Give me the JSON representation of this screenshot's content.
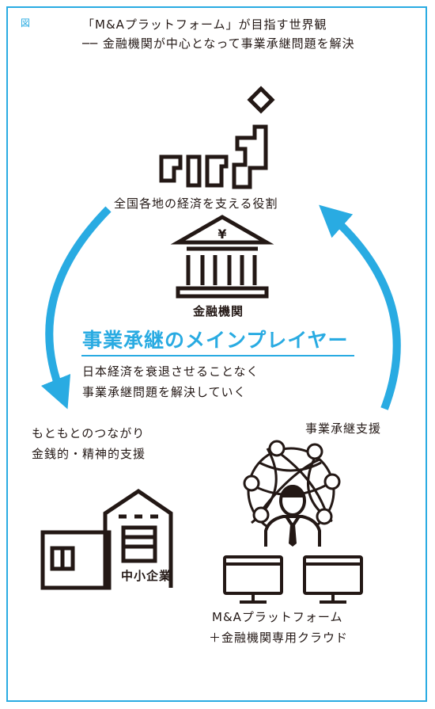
{
  "figure": {
    "mark": "図",
    "title_line1": "「M&Aプラットフォーム」が目指す世界観",
    "title_line2": "── 金融機関が中心となって事業承継問題を解決"
  },
  "japan_label": "全国各地の経済を支える役割",
  "bank": {
    "yen_symbol": "¥",
    "label": "金融機関",
    "role": "事業承継のメインプレイヤー",
    "desc_line1": "日本経済を衰退させることなく",
    "desc_line2": "事業承継問題を解決していく"
  },
  "left_label_line1": "もともとのつながり",
  "left_label_line2": "金銭的・精神的支援",
  "right_label": "事業承継支援",
  "sme_label": "中小企業",
  "platform": {
    "line1": "M&Aプラットフォーム",
    "line2": "＋金融機関専用クラウド"
  },
  "colors": {
    "accent": "#29abe2",
    "ink": "#231815"
  }
}
